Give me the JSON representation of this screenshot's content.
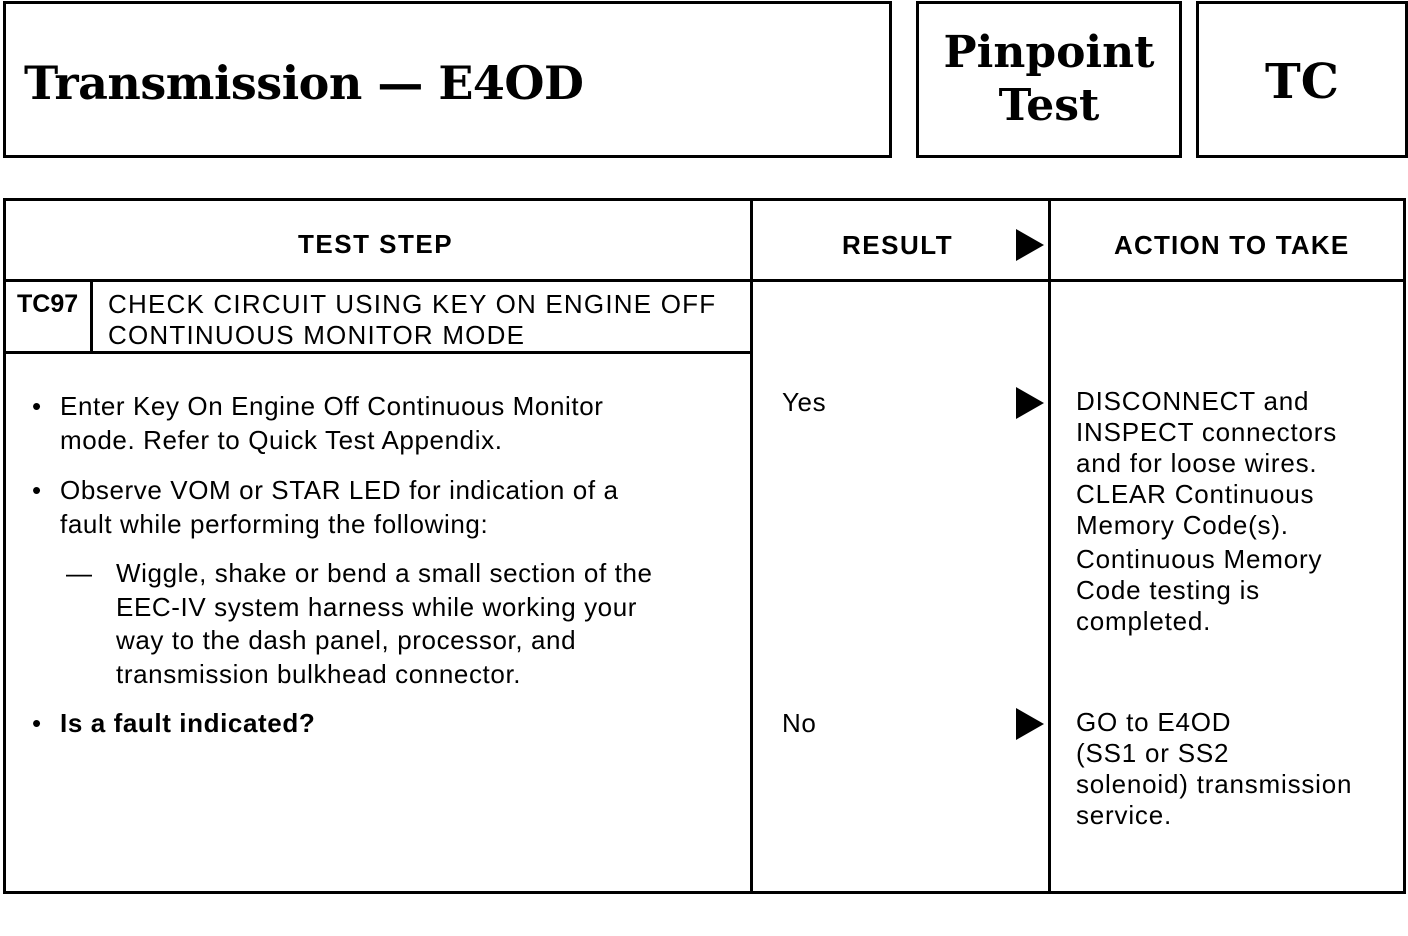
{
  "header": {
    "title": "Transmission — E4OD",
    "section_label_line1": "Pinpoint",
    "section_label_line2": "Test",
    "section_code": "TC"
  },
  "table": {
    "col_test_step": "TEST STEP",
    "col_result": "RESULT",
    "col_action": "ACTION TO TAKE",
    "step": {
      "id": "TC97",
      "title_line1": "CHECK CIRCUIT USING KEY ON ENGINE OFF",
      "title_line2": "CONTINUOUS MONITOR MODE",
      "bullet1_line1": "Enter Key On Engine Off Continuous Monitor",
      "bullet1_line2": "mode. Refer to Quick Test Appendix.",
      "bullet2_line1": "Observe VOM or STAR LED for indication of a",
      "bullet2_line2": "fault while performing the following:",
      "dash_symbol": "—",
      "sub_line1": "Wiggle, shake or bend a small section of the",
      "sub_line2": "EEC-IV system harness while working your",
      "sub_line3": "way to the dash panel, processor, and",
      "sub_line4": "transmission bulkhead connector.",
      "question": "Is a fault indicated?",
      "bullet_symbol": "•"
    },
    "results": [
      {
        "result": "Yes",
        "action_lines": [
          "DISCONNECT and",
          "INSPECT connectors",
          "and for loose wires.",
          "CLEAR Continuous",
          "Memory Code(s).",
          "Continuous Memory",
          "Code testing is",
          "completed."
        ]
      },
      {
        "result": "No",
        "action_lines": [
          "GO to E4OD",
          "(SS1 or SS2",
          "solenoid) transmission",
          "service."
        ]
      }
    ]
  }
}
